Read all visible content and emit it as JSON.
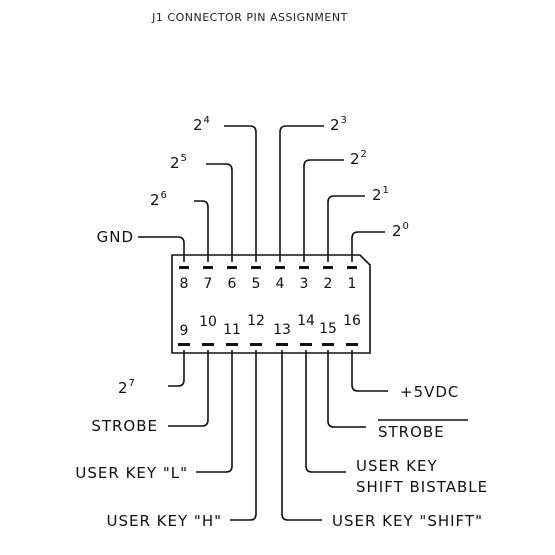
{
  "title": "J1 CONNECTOR PIN ASSIGNMENT",
  "top_pin_numbers": [
    "8",
    "7",
    "6",
    "5",
    "4",
    "3",
    "2",
    "1"
  ],
  "bottom_pin_numbers": [
    "9",
    "10",
    "11",
    "12",
    "13",
    "14",
    "15",
    "16"
  ],
  "labels": {
    "gnd": "GND",
    "p7_base": "2",
    "p7_exp": "6",
    "p6_base": "2",
    "p6_exp": "5",
    "p5_base": "2",
    "p5_exp": "4",
    "p4_base": "2",
    "p4_exp": "3",
    "p3_base": "2",
    "p3_exp": "2",
    "p2_base": "2",
    "p2_exp": "1",
    "p1_base": "2",
    "p1_exp": "0",
    "p9_base": "2",
    "p9_exp": "7",
    "p10": "STROBE",
    "p11": "USER KEY \"L\"",
    "p12": "USER KEY \"H\"",
    "p13": "USER KEY \"SHIFT\"",
    "p14_line1": "USER KEY",
    "p14_line2": "SHIFT BISTABLE",
    "p15": "STROBE",
    "p16": "+5VDC"
  }
}
